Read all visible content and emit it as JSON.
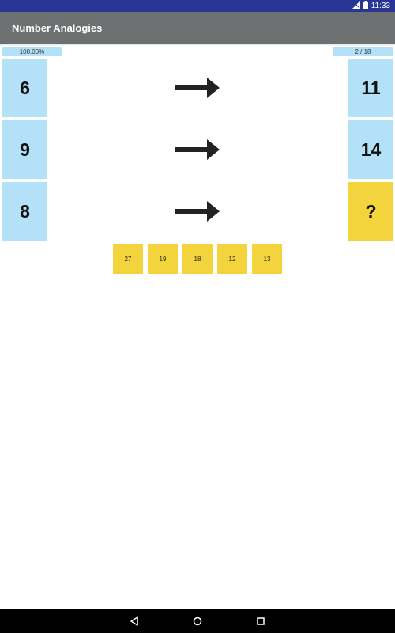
{
  "status_bar": {
    "time": "11:33"
  },
  "app_bar": {
    "title": "Number Analogies"
  },
  "progress": {
    "accuracy": "100.00%",
    "question": "2 / 18"
  },
  "analogies": [
    {
      "left": "6",
      "right": "11"
    },
    {
      "left": "9",
      "right": "14"
    },
    {
      "left": "8",
      "right": "?"
    }
  ],
  "options": [
    "27",
    "19",
    "18",
    "12",
    "13"
  ],
  "colors": {
    "status_bar": "#283593",
    "app_bar": "#6d7071",
    "tile_blue": "#b3e1f7",
    "tile_yellow": "#f4d43d"
  },
  "icons": {
    "arrow": "right-arrow-icon",
    "signal": "signal-icon",
    "battery": "battery-icon",
    "nav_back": "back-icon",
    "nav_home": "home-icon",
    "nav_recent": "recent-apps-icon"
  }
}
